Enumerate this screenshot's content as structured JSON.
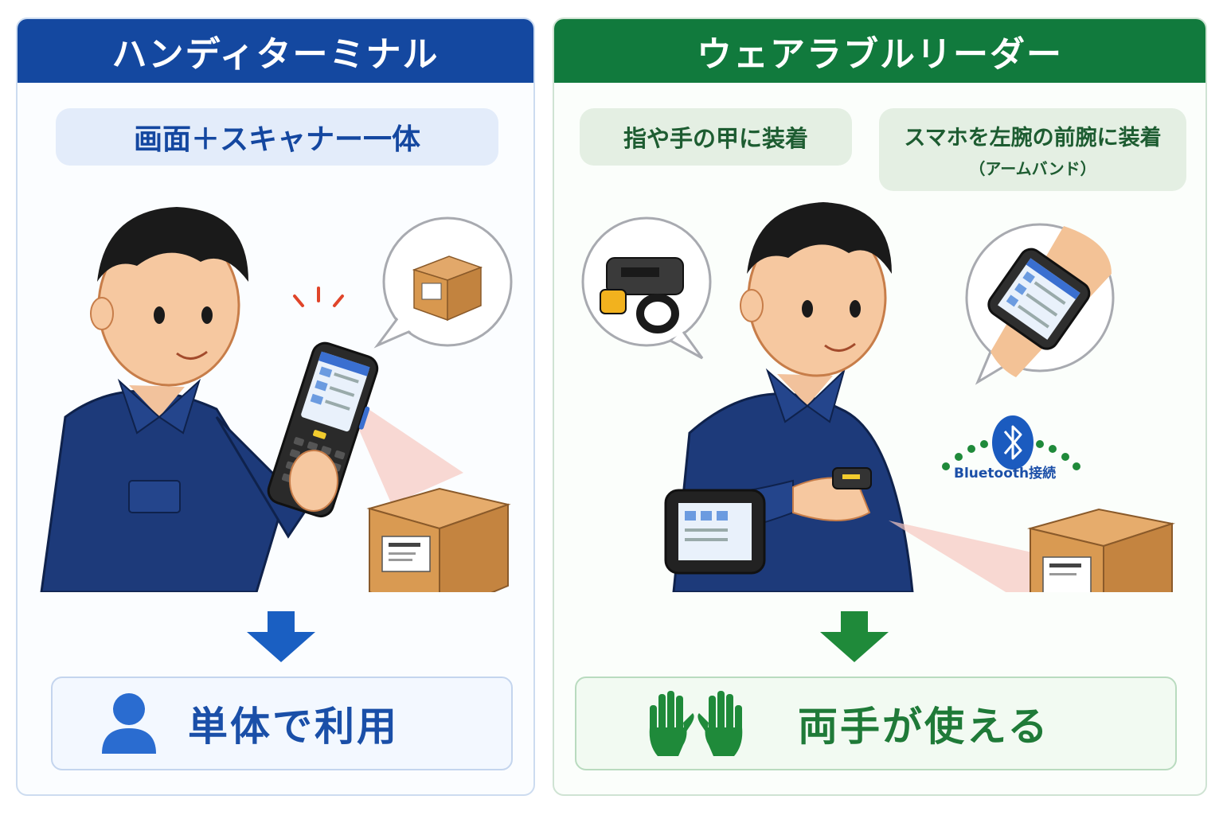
{
  "left": {
    "title": "ハンディターミナル",
    "feature": "画面＋スキャナー一体",
    "result": "単体で利用",
    "colors": {
      "header": "#1448a0",
      "accent": "#2a6cd0"
    }
  },
  "right": {
    "title": "ウェアラブルリーダー",
    "feature_ring": "指や手の甲に装着",
    "feature_arm_line1": "スマホを左腕の前腕に装着",
    "feature_arm_line2": "（アームバンド）",
    "bluetooth": "Bluetooth接続",
    "result": "両手が使える",
    "colors": {
      "header": "#117a3d",
      "accent": "#1f8a3a"
    }
  },
  "icons": [
    "person-icon",
    "hands-icon",
    "bluetooth-icon",
    "arrow-down-icon",
    "ring-scanner-icon",
    "handy-terminal-icon",
    "armband-phone-icon",
    "box-icon"
  ]
}
